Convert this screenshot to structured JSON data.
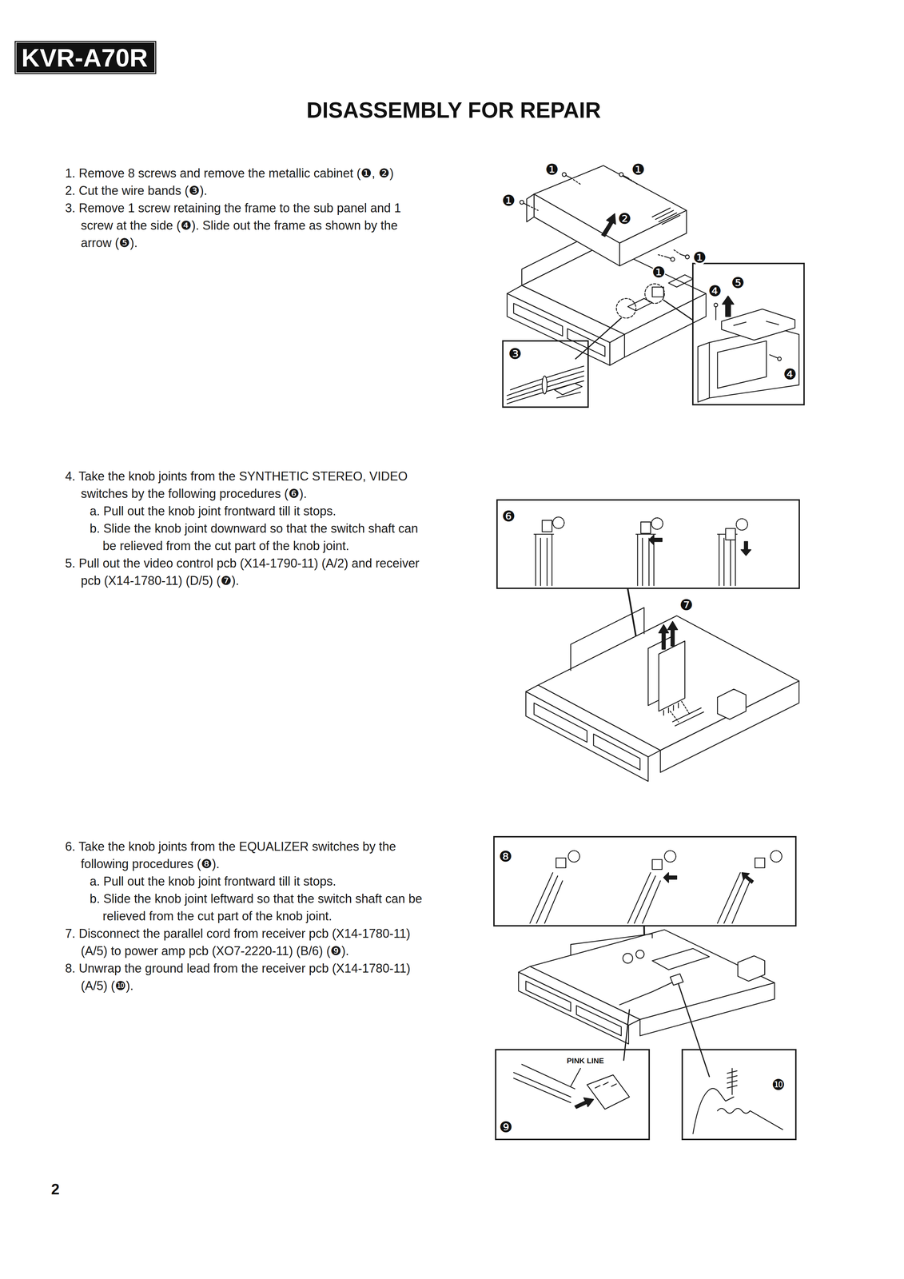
{
  "diagram": {
    "title": "DISASSEMBLY FOR REPAIR",
    "nodes": [
      {
        "text": [
          "KVR-A70R"
        ]
      },
      {
        "text": [
          "❸"
        ]
      },
      {
        "text": [
          "❹",
          "❺",
          "❹"
        ]
      },
      {
        "text": [
          "❻"
        ]
      },
      {
        "text": [
          "❽"
        ]
      },
      {
        "text": [
          "PINK LINE",
          "❾"
        ]
      },
      {
        "text": [
          "❿"
        ]
      }
    ],
    "labels": [
      "1. Remove 8 screws and remove the metallic cabinet (❶, ❷)",
      "2. Cut the wire bands (❸).",
      "3. Remove 1 screw retaining the frame to the sub panel and 1 screw at the side (❹). Slide out the frame as shown by the arrow (❺).",
      "❶",
      "❶",
      "❶",
      "❶",
      "❶",
      "❷",
      "4. Take the knob joints from the SYNTHETIC STEREO, VIDEO switches by the following procedures (❻).",
      "a. Pull out the knob joint frontward till it stops.",
      "b. Slide the knob joint downward so that the switch shaft can be relieved from the cut part of the knob joint.",
      "5. Pull out the video control pcb (X14-1790-11) (A/2) and receiver pcb (X14-1780-11) (D/5) (❼).",
      "❼",
      "6. Take the knob joints from the EQUALIZER switches by the following procedures (❽).",
      "a. Pull out the knob joint frontward till it stops.",
      "b. Slide the knob joint leftward so that the switch shaft can be relieved from the cut part of the knob joint.",
      "7. Disconnect the parallel cord from receiver pcb (X14-1780-11) (A/5) to power amp pcb (XO7-2220-11) (B/6) (❾).",
      "8. Unwrap the ground lead from the receiver pcb (X14-1780-11) (A/5) (❿).",
      "2"
    ]
  }
}
